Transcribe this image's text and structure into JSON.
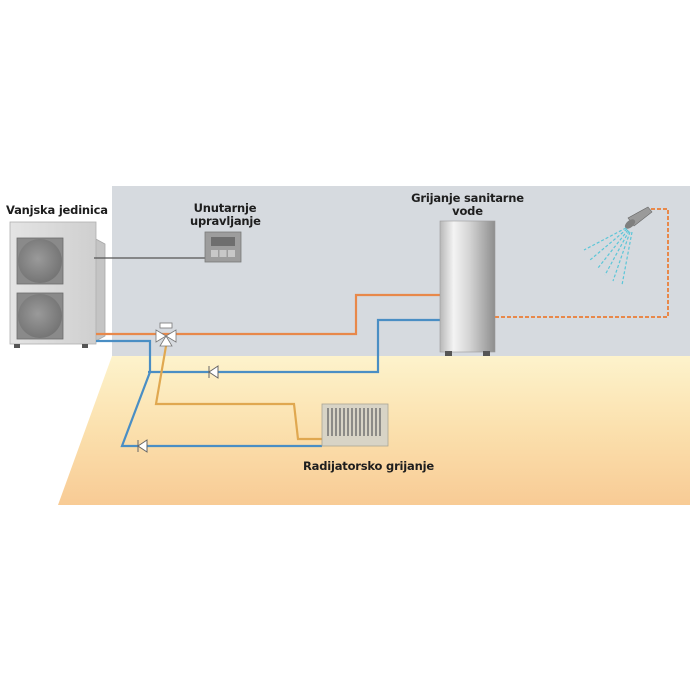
{
  "labels": {
    "outdoor_unit": "Vanjska jedinica",
    "indoor_control_line1": "Unutarnje",
    "indoor_control_line2": "upravljanje",
    "dhw_line1": "Grijanje sanitarne",
    "dhw_line2": "vode",
    "radiator": "Radijatorsko grijanje"
  },
  "colors": {
    "wall": "#d5d9de",
    "floor_light": "#fdf1c8",
    "floor_dark": "#f8cc96",
    "hot_pipe": "#e8884a",
    "return_pipe": "#4a8ec4",
    "radiator_supply": "#e0a850",
    "shower_water": "#5bc6d8"
  }
}
